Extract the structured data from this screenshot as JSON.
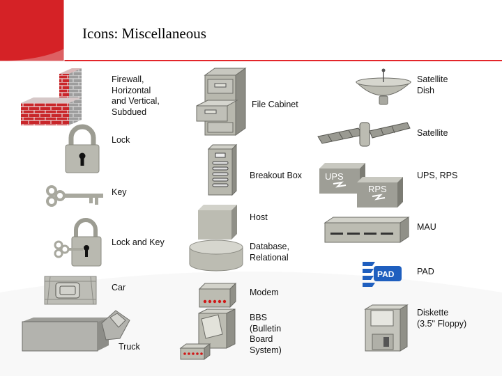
{
  "slide": {
    "title": "Icons: Miscellaneous"
  },
  "labels": {
    "firewall": [
      "Firewall,",
      "Horizontal",
      "and Vertical,",
      "Subdued"
    ],
    "lock": "Lock",
    "key": "Key",
    "lock_and_key": "Lock and Key",
    "car": "Car",
    "truck": "Truck",
    "file_cabinet": "File Cabinet",
    "breakout_box": "Breakout Box",
    "host": "Host",
    "database": [
      "Database,",
      "Relational"
    ],
    "modem": "Modem",
    "bbs": [
      "BBS",
      "(Bulletin",
      "Board",
      "System)"
    ],
    "satellite_dish": [
      "Satellite",
      "Dish"
    ],
    "satellite": "Satellite",
    "ups_rps": "UPS, RPS",
    "mau": "MAU",
    "pad": "PAD",
    "diskette": [
      "Diskette",
      "(3.5\" Floppy)"
    ]
  },
  "icon_text": {
    "ups": "UPS",
    "rps": "RPS",
    "pad": "PAD"
  },
  "colors": {
    "accent_red": "#cc1f1f",
    "icon_gray": "#b8b8ae",
    "pad_blue": "#1f5fbf"
  }
}
